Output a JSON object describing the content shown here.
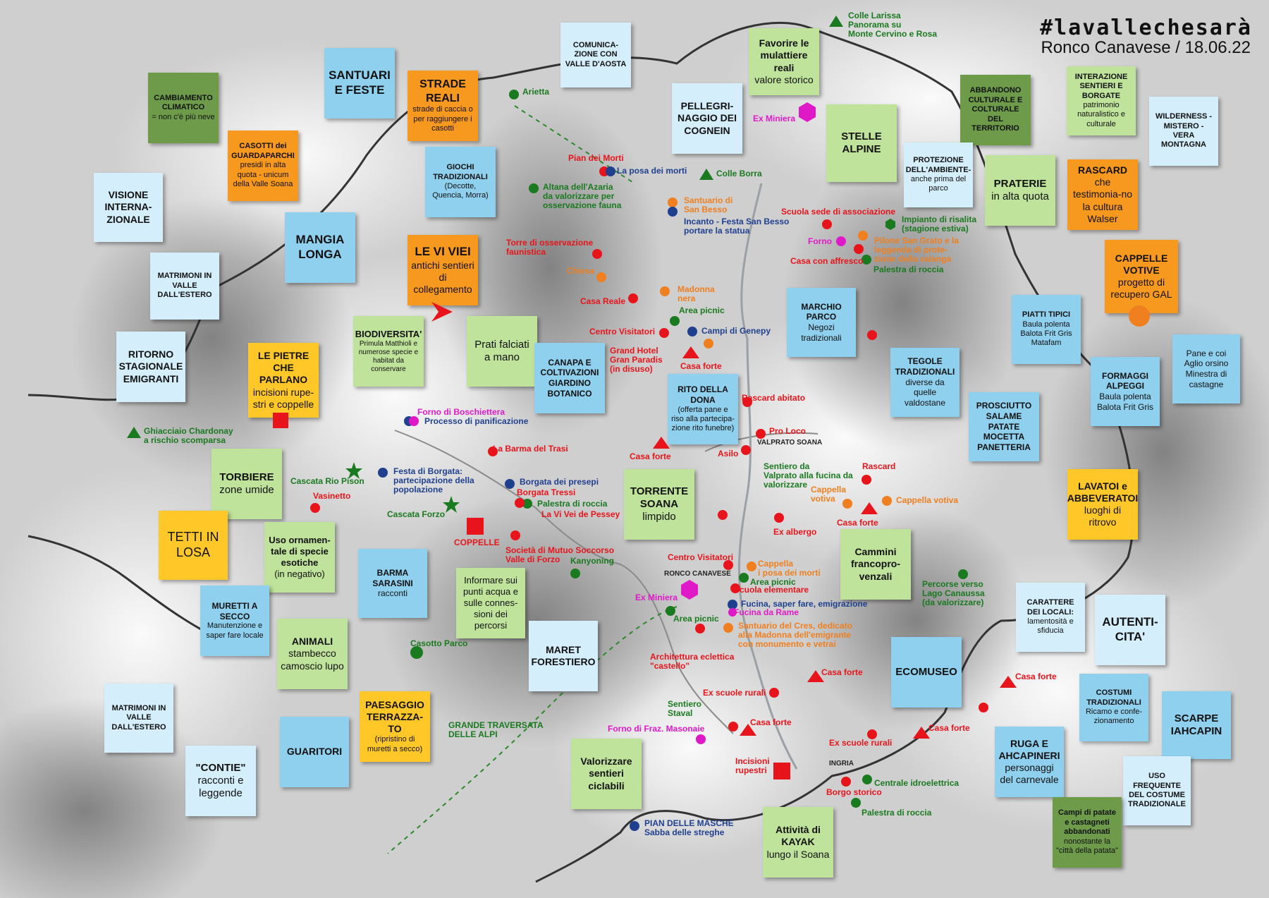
{
  "header": {
    "title": "#lavallechesarà",
    "subtitle": "Ronco Canavese / 18.06.22"
  },
  "notes": [
    {
      "title": "CAMBIAMENTO CLIMATICO",
      "body": "= non c'è più neve",
      "color": "dgreen"
    },
    {
      "title": "SANTUARI E FESTE",
      "body": "",
      "color": "blue"
    },
    {
      "title": "STRADE REALI",
      "body": "strade di caccia o per raggiungere i casotti",
      "color": "orange"
    },
    {
      "title": "COMUNICA-ZIONE CON VALLE D'AOSTA",
      "body": "",
      "color": "lblue"
    },
    {
      "title": "Favorire le mulattiere reali",
      "body": "valore storico",
      "color": "green"
    },
    {
      "title": "PELLEGRI-NAGGIO DEI COGNEIN",
      "body": "",
      "color": "lblue"
    },
    {
      "title": "STELLE ALPINE",
      "body": "",
      "color": "green"
    },
    {
      "title": "ABBANDONO CULTURALE E COLTURALE DEL TERRITORIO",
      "body": "",
      "color": "dgreen"
    },
    {
      "title": "INTERAZIONE SENTIERI E BORGATE",
      "body": "patrimonio naturalistico e culturale",
      "color": "green"
    },
    {
      "title": "WILDERNESS - MISTERO - VERA MONTAGNA",
      "body": "",
      "color": "lblue"
    },
    {
      "title": "CASOTTI dei GUARDAPARCHI",
      "body": "presidi in alta quota - unicum della Valle Soana",
      "color": "orange"
    },
    {
      "title": "GIOCHI TRADIZIONALI",
      "body": "(Decotte, Quencia, Morra)",
      "color": "blue"
    },
    {
      "title": "PROTEZIONE DELL'AMBIENTE-",
      "body": "anche prima del parco",
      "color": "lblue"
    },
    {
      "title": "PRATERIE",
      "body": "in alta quota",
      "color": "green"
    },
    {
      "title": "RASCARD",
      "body": "che testimonia-no la cultura Walser",
      "color": "orange"
    },
    {
      "title": "VISIONE INTERNA-ZIONALE",
      "body": "",
      "color": "lblue"
    },
    {
      "title": "MANGIA LONGA",
      "body": "",
      "color": "blue"
    },
    {
      "title": "LE VI VIEI",
      "body": "antichi sentieri di collegamento",
      "color": "orange"
    },
    {
      "title": "CAPPELLE VOTIVE",
      "body": "progetto di recupero GAL",
      "color": "orange"
    },
    {
      "title": "MATRIMONI IN VALLE DALL'ESTERO",
      "body": "",
      "color": "lblue"
    },
    {
      "title": "MARCHIO PARCO",
      "body": "Negozi tradizionali",
      "color": "blue"
    },
    {
      "title": "PIATTI TIPICI",
      "body": "Baula polenta Balota Frit Gris Matafam",
      "color": "blue"
    },
    {
      "title": "RITORNO STAGIONALE EMIGRANTI",
      "body": "",
      "color": "lblue"
    },
    {
      "title": "LE PIETRE CHE PARLANO",
      "body": "incisioni rupe-stri e coppelle",
      "color": "yellow"
    },
    {
      "title": "BIODIVERSITA'",
      "body": "Primula Matthioli e numerose specie e habitat da conservare",
      "color": "green"
    },
    {
      "title": "",
      "body": "Prati falciati a mano",
      "color": "green"
    },
    {
      "title": "CANAPA E COLTIVAZIONI GIARDINO BOTANICO",
      "body": "",
      "color": "blue"
    },
    {
      "title": "RITO DELLA DONA",
      "body": "(offerta pane e riso alla partecipa-zione rito funebre)",
      "color": "blue"
    },
    {
      "title": "TEGOLE TRADIZIONALI",
      "body": "diverse da quelle valdostane",
      "color": "blue"
    },
    {
      "title": "Pane e coi",
      "body": "Aglio orsino Minestra di castagne",
      "color": "blue"
    },
    {
      "title": "FORMAGGI ALPEGGI",
      "body": "Baula polenta Balota Frit Gris",
      "color": "blue"
    },
    {
      "title": "PROSCIUTTO SALAME PATATE MOCETTA PANETTERIA",
      "body": "",
      "color": "blue"
    },
    {
      "title": "TORBIERE",
      "body": "zone umide",
      "color": "green"
    },
    {
      "title": "TORRENTE SOANA",
      "body": "limpido",
      "color": "green"
    },
    {
      "title": "LAVATOI e ABBEVERATOI",
      "body": "luoghi di ritrovo",
      "color": "yellow"
    },
    {
      "title": "",
      "body": "TETTI IN LOSA",
      "color": "yellow"
    },
    {
      "title": "Uso ornamen-tale di specie esotiche",
      "body": "(in negativo)",
      "color": "green"
    },
    {
      "title": "BARMA SARASINI",
      "body": "racconti",
      "color": "blue"
    },
    {
      "title": "",
      "body": "Informare sui punti acqua e sulle connes-sioni dei percorsi",
      "color": "green"
    },
    {
      "title": "Cammini francopro-venzali",
      "body": "",
      "color": "green"
    },
    {
      "title": "MURETTI A SECCO",
      "body": "Manutenzione e saper fare locale",
      "color": "blue"
    },
    {
      "title": "ANIMALI",
      "body": "stambecco camoscio lupo",
      "color": "green"
    },
    {
      "title": "MARET FORESTIERO",
      "body": "",
      "color": "lblue"
    },
    {
      "title": "CARATTERE DEI LOCALI:",
      "body": "lamentosità e sfiducia",
      "color": "lblue"
    },
    {
      "title": "AUTENTI-CITA'",
      "body": "",
      "color": "lblue"
    },
    {
      "title": "ECOMUSEO",
      "body": "",
      "color": "blue"
    },
    {
      "title": "COSTUMI TRADIZIONALI",
      "body": "Ricamo e confe-zionamento",
      "color": "blue"
    },
    {
      "title": "SCARPE IAHCAPIN",
      "body": "",
      "color": "blue"
    },
    {
      "title": "MATRIMONI IN VALLE DALL'ESTERO",
      "body": "",
      "color": "lblue"
    },
    {
      "title": "PAESAGGIO TERRAZZA-TO",
      "body": "(ripristino di muretti a secco)",
      "color": "yellow"
    },
    {
      "title": "GUARITORI",
      "body": "",
      "color": "blue"
    },
    {
      "title": "\"CONTIE\"",
      "body": "racconti e leggende",
      "color": "lblue"
    },
    {
      "title": "Valorizzare sentieri ciclabili",
      "body": "",
      "color": "green"
    },
    {
      "title": "Attività di KAYAK",
      "body": "lungo il Soana",
      "color": "green"
    },
    {
      "title": "RUGA E AHCAPINERI",
      "body": "personaggi del carnevale",
      "color": "blue"
    },
    {
      "title": "USO FREQUENTE DEL COSTUME TRADIZIONALE",
      "body": "",
      "color": "lblue"
    },
    {
      "title": "Campi di patate e castagneti abbandonati",
      "body": "nonostante la \"città della patata\"",
      "color": "dgreen"
    }
  ],
  "labels": [
    {
      "text": "Colle Larissa\nPanorama su\nMonte Cervino e Rosa",
      "color": "green"
    },
    {
      "text": "Arietta",
      "color": "green"
    },
    {
      "text": "Ex Miniera",
      "color": "magenta"
    },
    {
      "text": "Pian dei Morti",
      "color": "red"
    },
    {
      "text": "La posa dei morti",
      "color": "navy"
    },
    {
      "text": "Colle Borra",
      "color": "green"
    },
    {
      "text": "Altana dell'Azaria\nda valorizzare per\nosservazione fauna",
      "color": "green"
    },
    {
      "text": "Santuario di\nSan Besso",
      "color": "orange"
    },
    {
      "text": "Incanto - Festa San Besso\nportare la statua",
      "color": "navy"
    },
    {
      "text": "Scuola sede di associazione",
      "color": "red"
    },
    {
      "text": "Impianto di risalita\n(stagione estiva)",
      "color": "green"
    },
    {
      "text": "Forno",
      "color": "magenta"
    },
    {
      "text": "Pilone San Grato e la\nleggenda di prote-\nzione della valanga",
      "color": "orange"
    },
    {
      "text": "Casa con affresco",
      "color": "red"
    },
    {
      "text": "Palestra di roccia",
      "color": "green"
    },
    {
      "text": "Torre di osservazione\nfaunistica",
      "color": "red"
    },
    {
      "text": "Chiesa",
      "color": "orange"
    },
    {
      "text": "Madonna\nnera",
      "color": "orange"
    },
    {
      "text": "Casa Reale",
      "color": "red"
    },
    {
      "text": "Area picnic",
      "color": "green"
    },
    {
      "text": "Centro Visitatori",
      "color": "red"
    },
    {
      "text": "Campi di Genepy",
      "color": "navy"
    },
    {
      "text": "Grand Hotel\nGran Paradis\n(in disuso)",
      "color": "red"
    },
    {
      "text": "Casa forte",
      "color": "red"
    },
    {
      "text": "Rascard abitato",
      "color": "red"
    },
    {
      "text": "Forno di Boschiettera",
      "color": "magenta"
    },
    {
      "text": "Processo di panificazione",
      "color": "navy"
    },
    {
      "text": "Ghiacciaio Chardonay\na rischio scomparsa",
      "color": "green"
    },
    {
      "text": "Pro Loco",
      "color": "red"
    },
    {
      "text": "La Barma del Trasi",
      "color": "red"
    },
    {
      "text": "Casa forte",
      "color": "red"
    },
    {
      "text": "Asilo",
      "color": "red"
    },
    {
      "text": "Festa di Borgata:\npartecipazione della\npopolazione",
      "color": "navy"
    },
    {
      "text": "Cascata Rio Pison",
      "color": "green"
    },
    {
      "text": "Borgata dei presepi",
      "color": "navy"
    },
    {
      "text": "Borgata Tressi",
      "color": "red"
    },
    {
      "text": "Sentiero da\nValprato alla fucina da\nvalorizzare",
      "color": "green"
    },
    {
      "text": "Rascard",
      "color": "red"
    },
    {
      "text": "Vasinetto",
      "color": "red"
    },
    {
      "text": "Palestra di roccia",
      "color": "green"
    },
    {
      "text": "Cappella\nvotiva",
      "color": "orange"
    },
    {
      "text": "Cappella votiva",
      "color": "orange"
    },
    {
      "text": "Cascata Forzo",
      "color": "green"
    },
    {
      "text": "La Vi Vei de Pessey",
      "color": "red"
    },
    {
      "text": "Casa forte",
      "color": "red"
    },
    {
      "text": "COPPELLE",
      "color": "red"
    },
    {
      "text": "Ex albergo",
      "color": "red"
    },
    {
      "text": "Società di Mutuo Soccorso\nValle di Forzo",
      "color": "red"
    },
    {
      "text": "Kanyoning",
      "color": "green"
    },
    {
      "text": "Centro Visitatori",
      "color": "red"
    },
    {
      "text": "Cappella\ni posa dei morti",
      "color": "orange"
    },
    {
      "text": "Area picnic",
      "color": "green"
    },
    {
      "text": "Scuola elementare",
      "color": "red"
    },
    {
      "text": "Ex Miniera",
      "color": "magenta"
    },
    {
      "text": "Percorse verso\nLago Canaussa\n(da valorizzare)",
      "color": "green"
    },
    {
      "text": "Fucina, saper fare, emigrazione",
      "color": "navy"
    },
    {
      "text": "Fucina da Rame",
      "color": "magenta"
    },
    {
      "text": "Area picnic",
      "color": "green"
    },
    {
      "text": "Santuario del Cres, dedicato\nalla Madonna dell'emigrante\ncon monumento e vetrai",
      "color": "orange"
    },
    {
      "text": "Casotto Parco",
      "color": "green"
    },
    {
      "text": "Architettura eclettica\n\"castello\"",
      "color": "red"
    },
    {
      "text": "Casa forte",
      "color": "red"
    },
    {
      "text": "Casa forte",
      "color": "red"
    },
    {
      "text": "Ex scuole rurali",
      "color": "red"
    },
    {
      "text": "Sentiero\nStaval",
      "color": "green"
    },
    {
      "text": "GRANDE TRAVERSATA\nDELLE ALPI",
      "color": "green"
    },
    {
      "text": "Casa forte",
      "color": "red"
    },
    {
      "text": "Casa forte",
      "color": "red"
    },
    {
      "text": "Forno di Fraz. Masonaie",
      "color": "magenta"
    },
    {
      "text": "Ex scuole rurali",
      "color": "red"
    },
    {
      "text": "Incisioni\nrupestri",
      "color": "red"
    },
    {
      "text": "Centrale idroelettrica",
      "color": "green"
    },
    {
      "text": "Borgo storico",
      "color": "red"
    },
    {
      "text": "Palestra di roccia",
      "color": "green"
    },
    {
      "text": "PIAN DELLE MASCHE\nSabba delle streghe",
      "color": "navy"
    }
  ],
  "places": [
    {
      "text": "RONCO CANAVESE"
    },
    {
      "text": "VALPRATO SOANA"
    },
    {
      "text": "INGRIA"
    }
  ],
  "colors": {
    "red": "#e8141b",
    "orange": "#ef7f1f",
    "green": "#1a7a1f",
    "navy": "#1f3f8f",
    "magenta": "#e019c8"
  }
}
